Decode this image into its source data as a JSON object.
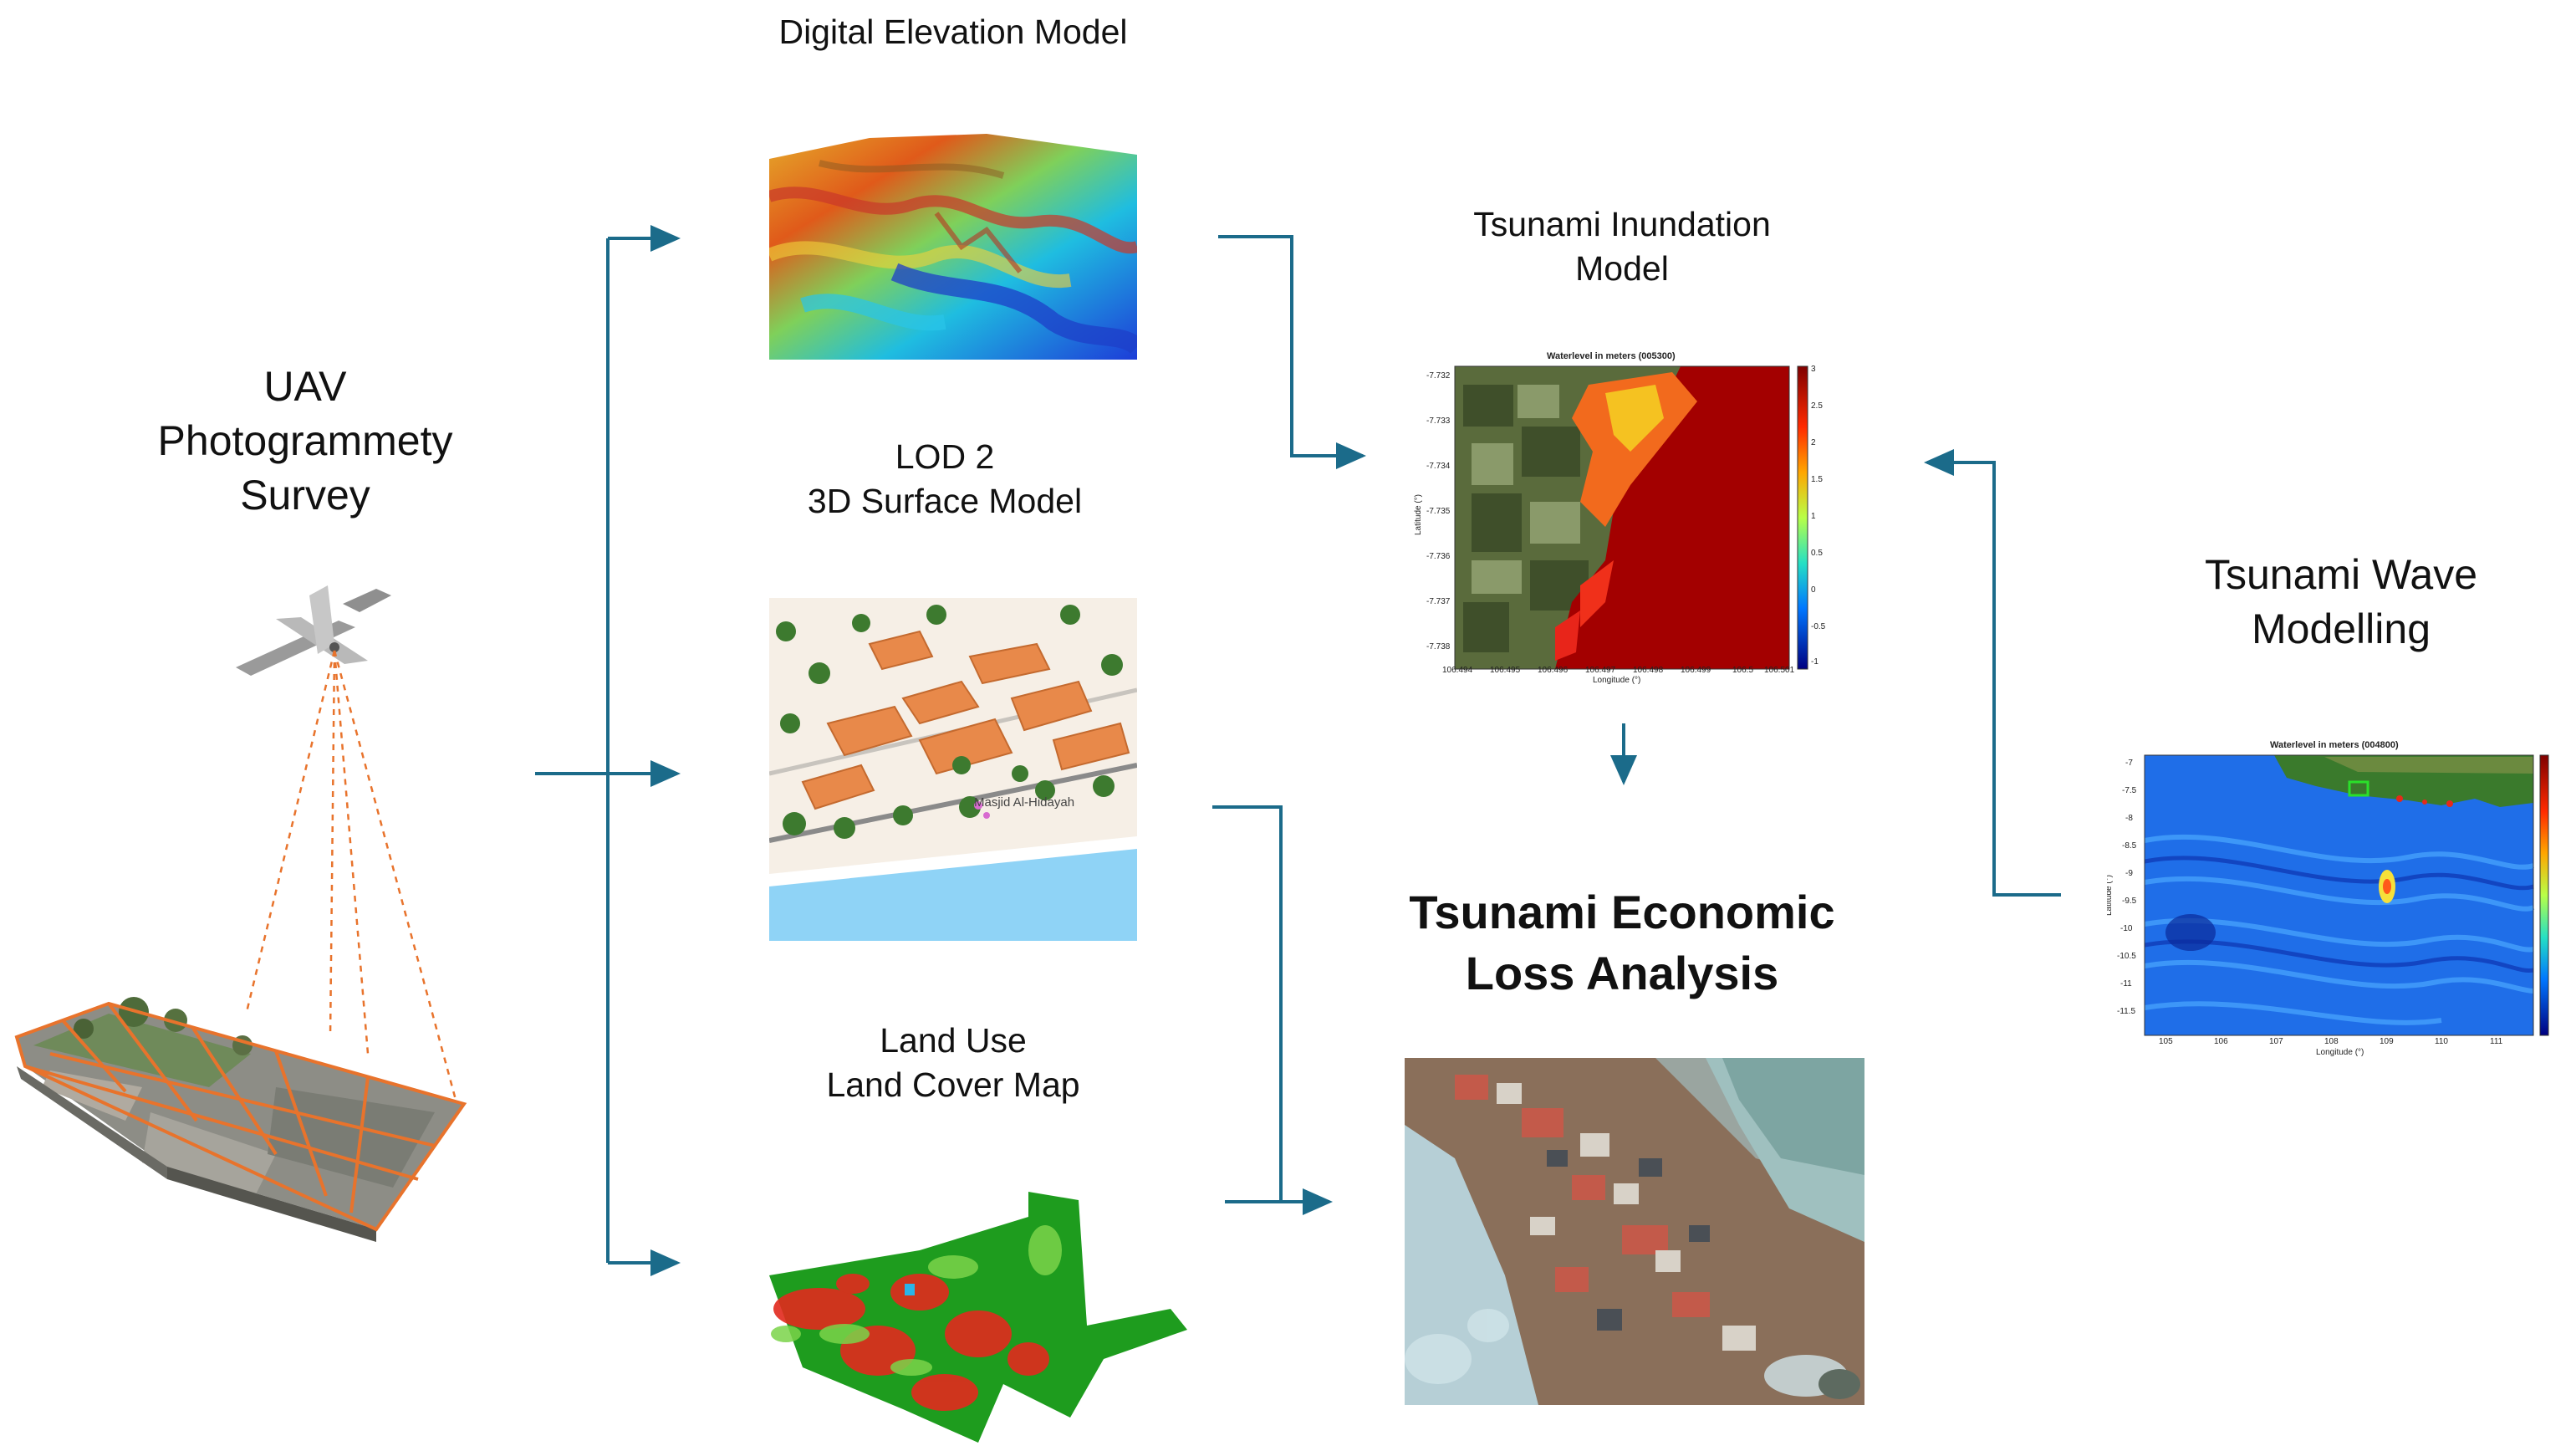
{
  "uav": {
    "lines": [
      "UAV",
      "Photogrammety",
      "Survey"
    ]
  },
  "dem": {
    "title": "Digital Elevation Model"
  },
  "lod2": {
    "lines": [
      "LOD 2",
      "3D Surface Model"
    ],
    "map_label": "Masjid Al-Hidayah"
  },
  "lulc": {
    "lines": [
      "Land Use",
      "Land Cover Map"
    ]
  },
  "inundation": {
    "lines": [
      "Tsunami Inundation",
      "Model"
    ],
    "plot_title": "Waterlevel in meters (005300)",
    "x_label": "Longitude (°)",
    "y_label": "Latitude (°)",
    "x_ticks": [
      "106.494",
      "106.495",
      "106.496",
      "106.497",
      "106.498",
      "106.499",
      "106.5",
      "106.501"
    ],
    "y_ticks": [
      "-7.732",
      "-7.733",
      "-7.734",
      "-7.735",
      "-7.736",
      "-7.737",
      "-7.738"
    ],
    "cbar_ticks": [
      "3",
      "2.5",
      "2",
      "1.5",
      "1",
      "0.5",
      "0",
      "-0.5",
      "-1"
    ]
  },
  "wave": {
    "lines": [
      "Tsunami Wave",
      "Modelling"
    ],
    "plot_title": "Waterlevel in meters (004800)",
    "x_label": "Longitude (°)",
    "y_label": "Latitude (°)",
    "x_ticks": [
      "105",
      "106",
      "107",
      "108",
      "109",
      "110",
      "111"
    ],
    "y_ticks": [
      "-7",
      "-7.5",
      "-8",
      "-8.5",
      "-9",
      "-9.5",
      "-10",
      "-10.5",
      "-11",
      "-11.5"
    ]
  },
  "loss": {
    "lines": [
      "Tsunami Economic",
      "Loss Analysis"
    ]
  },
  "colors": {
    "arrow": "#1b6b8a",
    "orange_footprint": "#e8732c",
    "sea_red": "#a30000"
  }
}
